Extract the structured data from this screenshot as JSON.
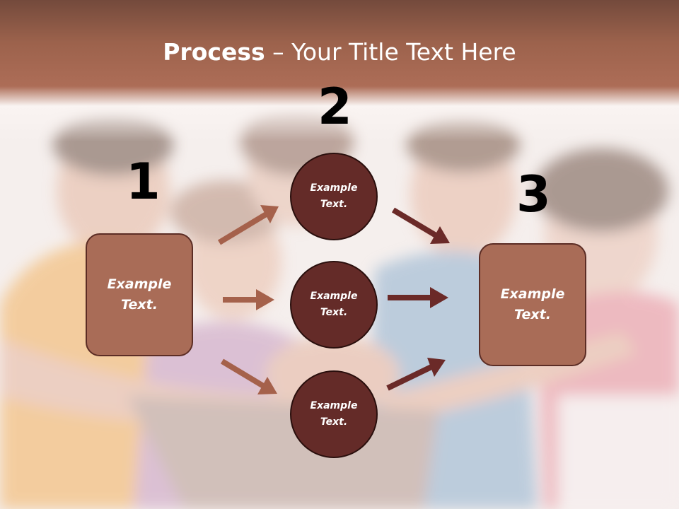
{
  "title": {
    "bold": "Process",
    "rest": " – Your Title Text Here"
  },
  "steps": {
    "n1": "1",
    "n2": "2",
    "n3": "3"
  },
  "boxes": {
    "left": "Example Text.",
    "right": "Example Text."
  },
  "circles": {
    "top": "Example Text.",
    "middle": "Example Text.",
    "bottom": "Example Text."
  },
  "colors": {
    "header": "#ad6d57",
    "box_fill": "#a96c57",
    "circle_fill": "#642b28",
    "arrow_light": "#a5614b",
    "arrow_dark": "#6b2a28"
  }
}
